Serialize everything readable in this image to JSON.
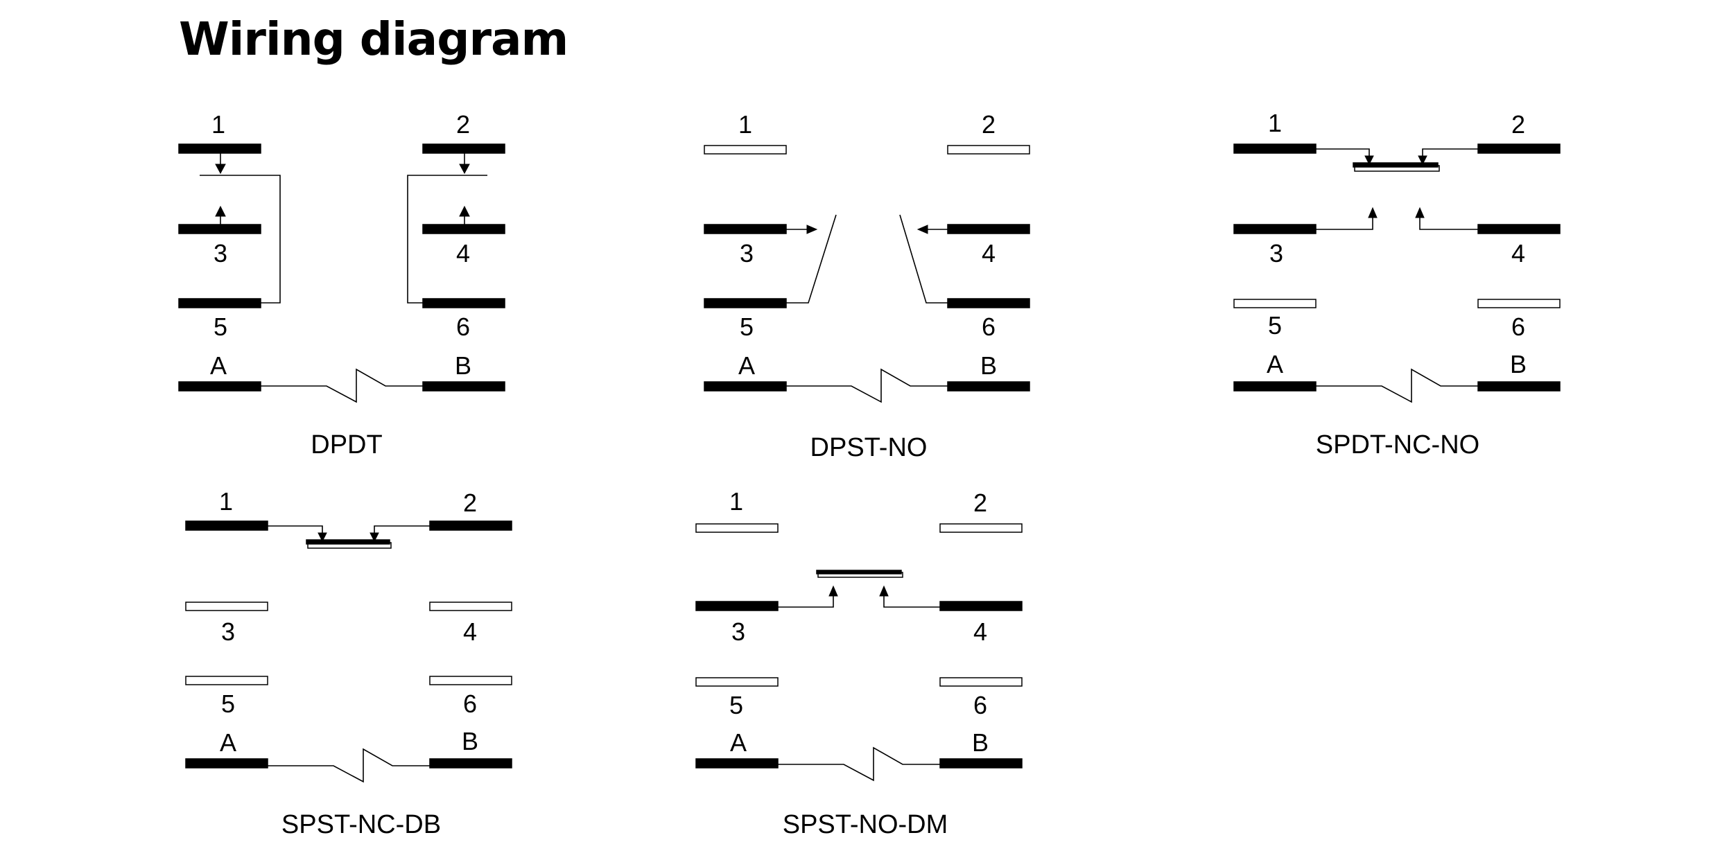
{
  "title": "Wiring diagram",
  "colors": {
    "ink": "#000000",
    "background": "#ffffff"
  },
  "terminal_labels": {
    "t1": "1",
    "t2": "2",
    "t3": "3",
    "t4": "4",
    "t5": "5",
    "t6": "6",
    "ta": "A",
    "tb": "B"
  },
  "diagrams": [
    {
      "name": "DPDT"
    },
    {
      "name": "DPST-NO"
    },
    {
      "name": "SPDT-NC-NO"
    },
    {
      "name": "SPST-NC-DB"
    },
    {
      "name": "SPST-NO-DM"
    }
  ]
}
